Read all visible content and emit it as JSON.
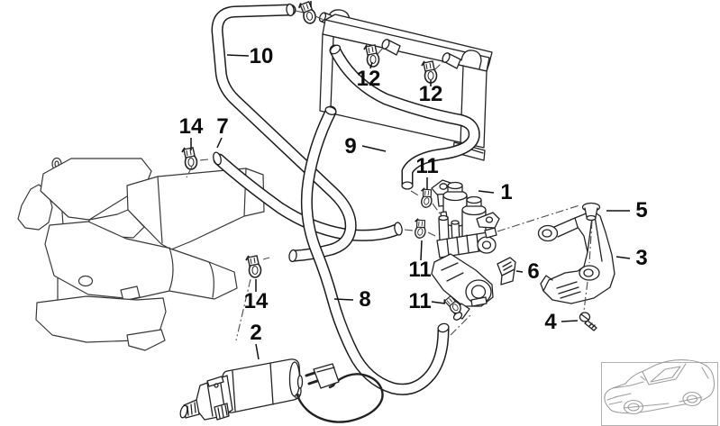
{
  "figure_type": "exploded parts diagram",
  "colors": {
    "background": "#ffffff",
    "line_art": "#222222",
    "label_text": "#0d0d0d",
    "inset_border": "#b0b0b0",
    "inset_car": "#9e9e9e"
  },
  "callouts": [
    {
      "label": "10"
    },
    {
      "label": "12"
    },
    {
      "label": "12"
    },
    {
      "label": "14"
    },
    {
      "label": "7"
    },
    {
      "label": "9"
    },
    {
      "label": "11"
    },
    {
      "label": "1"
    },
    {
      "label": "5"
    },
    {
      "label": "3"
    },
    {
      "label": "6"
    },
    {
      "label": "11"
    },
    {
      "label": "11"
    },
    {
      "label": "8"
    },
    {
      "label": "14"
    },
    {
      "label": "2"
    },
    {
      "label": "4"
    }
  ]
}
